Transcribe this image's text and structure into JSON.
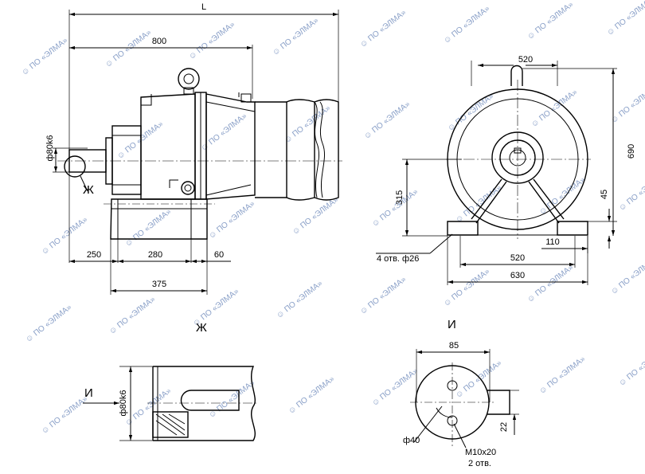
{
  "side_view": {
    "dims": {
      "L": "L",
      "d800": "800",
      "shaft": "ф80k6",
      "d250": "250",
      "d280": "280",
      "d60": "60",
      "d375": "375"
    },
    "callout": "Ж"
  },
  "front_view": {
    "dims": {
      "d520_top": "520",
      "d690": "690",
      "d315": "315",
      "d45": "45",
      "d110": "110",
      "d520": "520",
      "d630": "630",
      "holes": "4 отв. ф26"
    }
  },
  "detail_zh": {
    "title": "Ж",
    "dims": {
      "shaft": "ф80k6"
    },
    "arrow": "И"
  },
  "detail_i": {
    "title": "И",
    "dims": {
      "d85": "85",
      "d40": "ф40",
      "d22": "22",
      "thread": "М10х20",
      "count": "2 отв."
    }
  },
  "watermark": {
    "text": "ПО «ЭЛМА»",
    "color": "#8aa0c8"
  }
}
